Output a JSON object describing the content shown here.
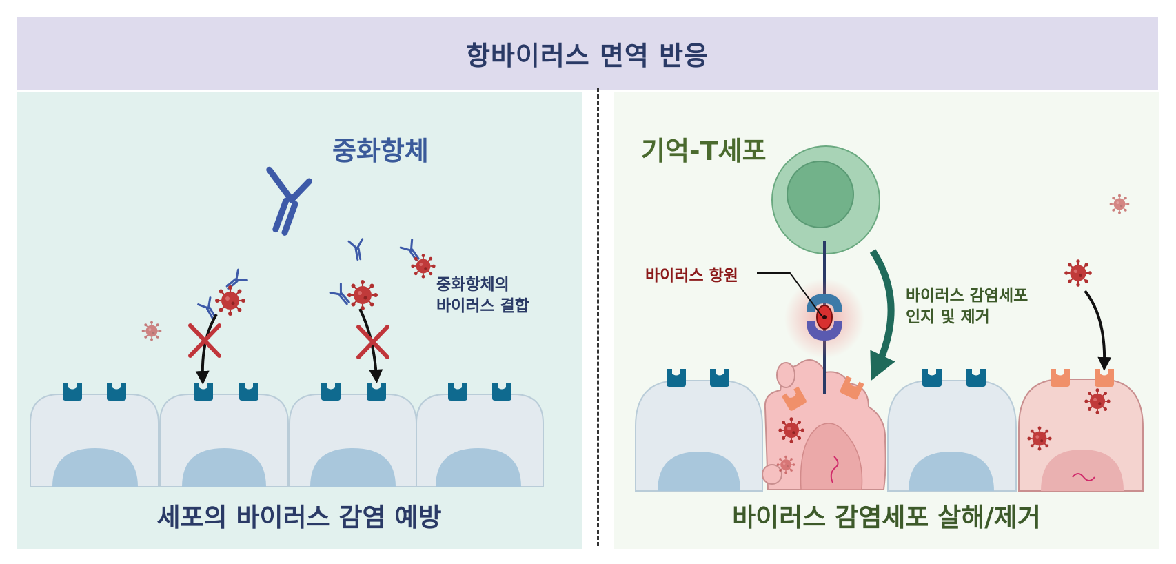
{
  "header": {
    "title": "항바이러스 면역 반응"
  },
  "left_panel": {
    "title": "중화항체",
    "note_line1": "중화항체의",
    "note_line2": "바이러스 결합",
    "bottom_label": "세포의 바이러스 감염 예방"
  },
  "right_panel": {
    "title": "기억-T세포",
    "antigen_label": "바이러스 항원",
    "note_line1": "바이러스 감염세포",
    "note_line2": "인지 및 제거",
    "bottom_label": "바이러스 감염세포 살해/제거"
  },
  "colors": {
    "header_bg": "#dedbed",
    "left_bg": "#e2f1ee",
    "right_bg": "#f4f9f2",
    "antibody": "#3d5aa8",
    "virus": "#b03030",
    "receptor": "#0f6a8f",
    "tcell": "#72b28a",
    "infected_cell": "#f5c0c0",
    "arrow_green": "#1f6a5a"
  }
}
